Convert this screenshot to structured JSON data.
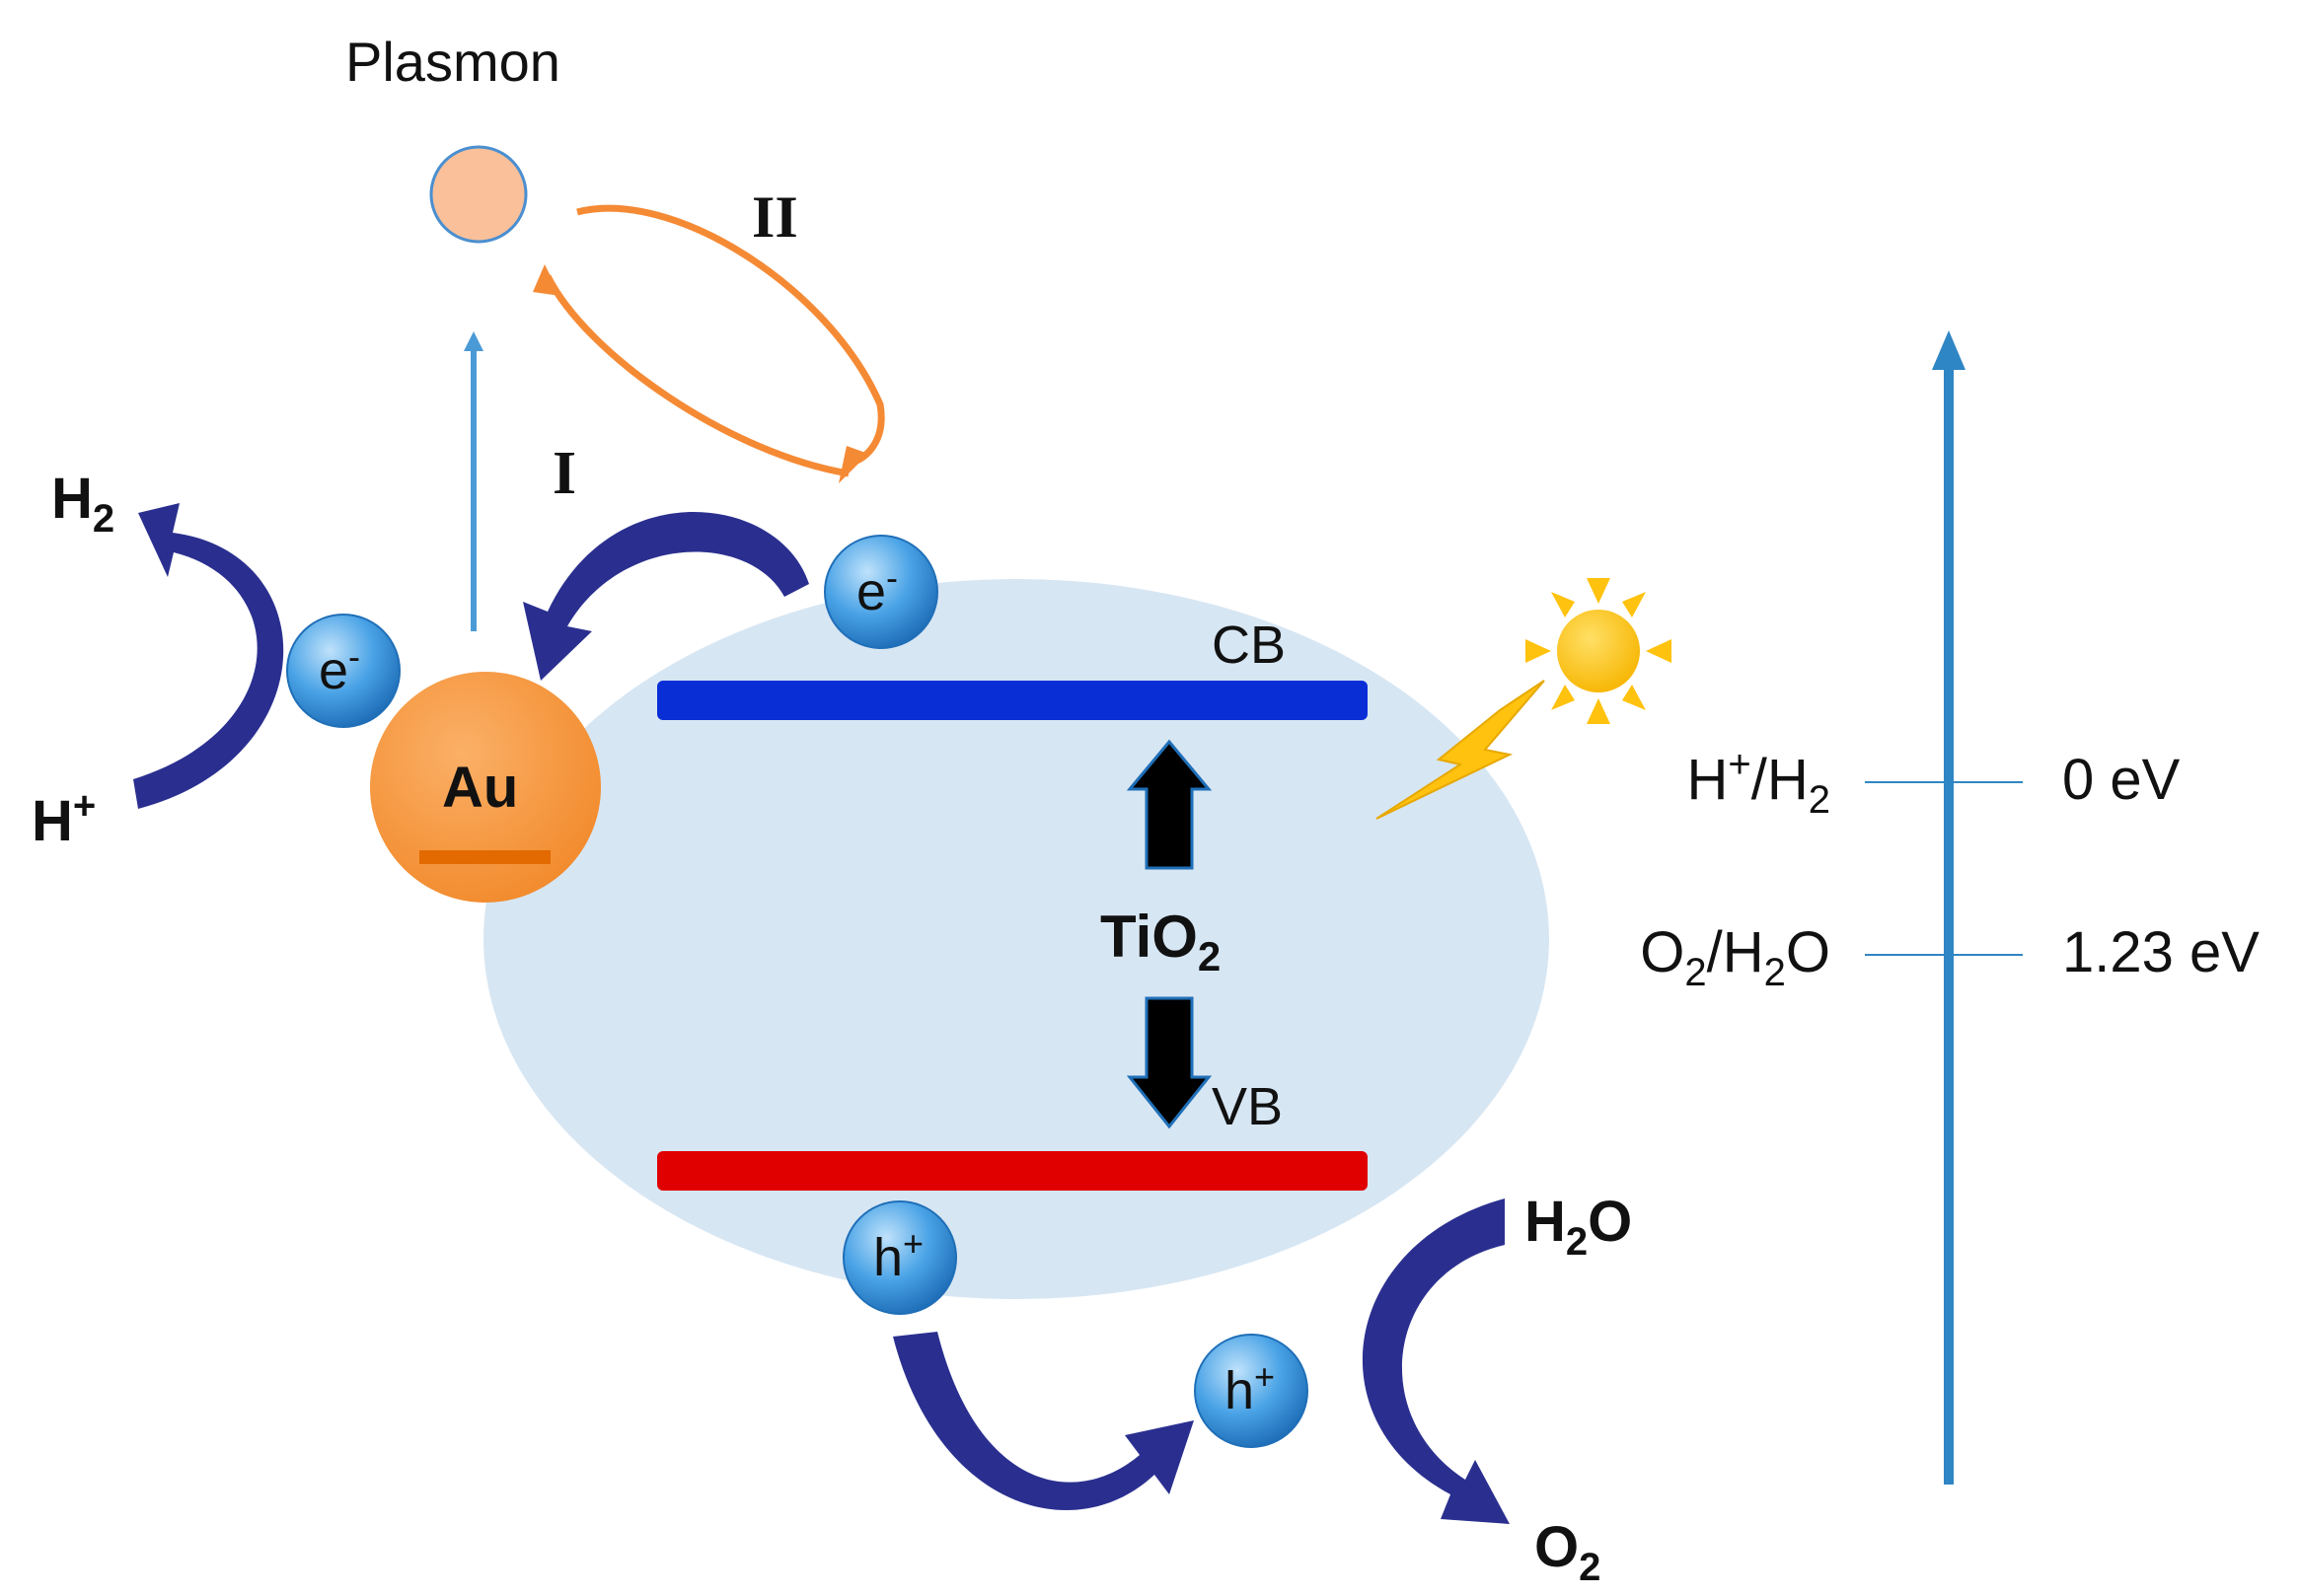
{
  "diagram": {
    "plasmon_label": "Plasmon",
    "pathway_one": "I",
    "pathway_two": "II",
    "gold_label": "Au",
    "semiconductor": {
      "base": "TiO",
      "sub": "2"
    },
    "cb_label": "CB",
    "vb_label": "VB",
    "electron": {
      "base": "e",
      "sup": "-"
    },
    "hole": {
      "base": "h",
      "sup": "+"
    },
    "proton": {
      "base": "H",
      "sup": "+"
    },
    "hydrogen": {
      "base": "H",
      "sub": "2"
    },
    "water": {
      "a": "H",
      "sub": "2",
      "b": "O"
    },
    "oxygen": {
      "base": "O",
      "sub": "2"
    },
    "energy_scale": {
      "levels": [
        {
          "couple_a": "H",
          "couple_a_sup": "+",
          "couple_b": "/H",
          "couple_b_sub": "2",
          "value": "0 eV"
        },
        {
          "couple_a": "O",
          "couple_a_sub": "2",
          "couple_b": "/H",
          "couple_b_sub": "2",
          "couple_c": "O",
          "value": "1.23 eV"
        }
      ]
    },
    "colors": {
      "tio2_ellipse": "#d7e6f3",
      "conduction_band": "#0a2ed6",
      "valence_band": "#e00000",
      "gold": "#f7953a",
      "plasmon": "#f9c09a",
      "carrier": "#3f9ae0",
      "flow_arrow": "#2a2f8f",
      "energy_axis": "#2f86c4",
      "sun": "#ffc20e",
      "resonance": "#f58a35"
    }
  }
}
